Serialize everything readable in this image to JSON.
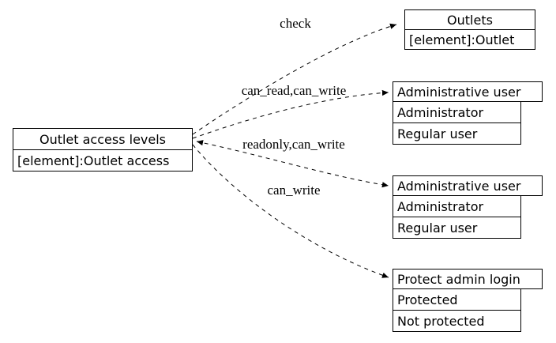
{
  "nodes": {
    "source": {
      "rows": [
        "Outlet access levels",
        "[element]:Outlet access"
      ]
    },
    "outlets": {
      "rows": [
        "Outlets",
        "[element]:Outlet"
      ]
    },
    "admin1": {
      "rows": [
        "Administrative user",
        "Administrator",
        "Regular user"
      ]
    },
    "admin2": {
      "rows": [
        "Administrative user",
        "Administrator",
        "Regular user"
      ]
    },
    "protect": {
      "rows": [
        "Protect admin login",
        "Protected",
        "Not protected"
      ]
    }
  },
  "edges": {
    "check": {
      "label": "check"
    },
    "read_write": {
      "label": "can_read,can_write"
    },
    "readonly_write": {
      "label": "readonly,can_write"
    },
    "write": {
      "label": "can_write"
    }
  },
  "colors": {
    "line": "#000000",
    "background": "#ffffff"
  }
}
